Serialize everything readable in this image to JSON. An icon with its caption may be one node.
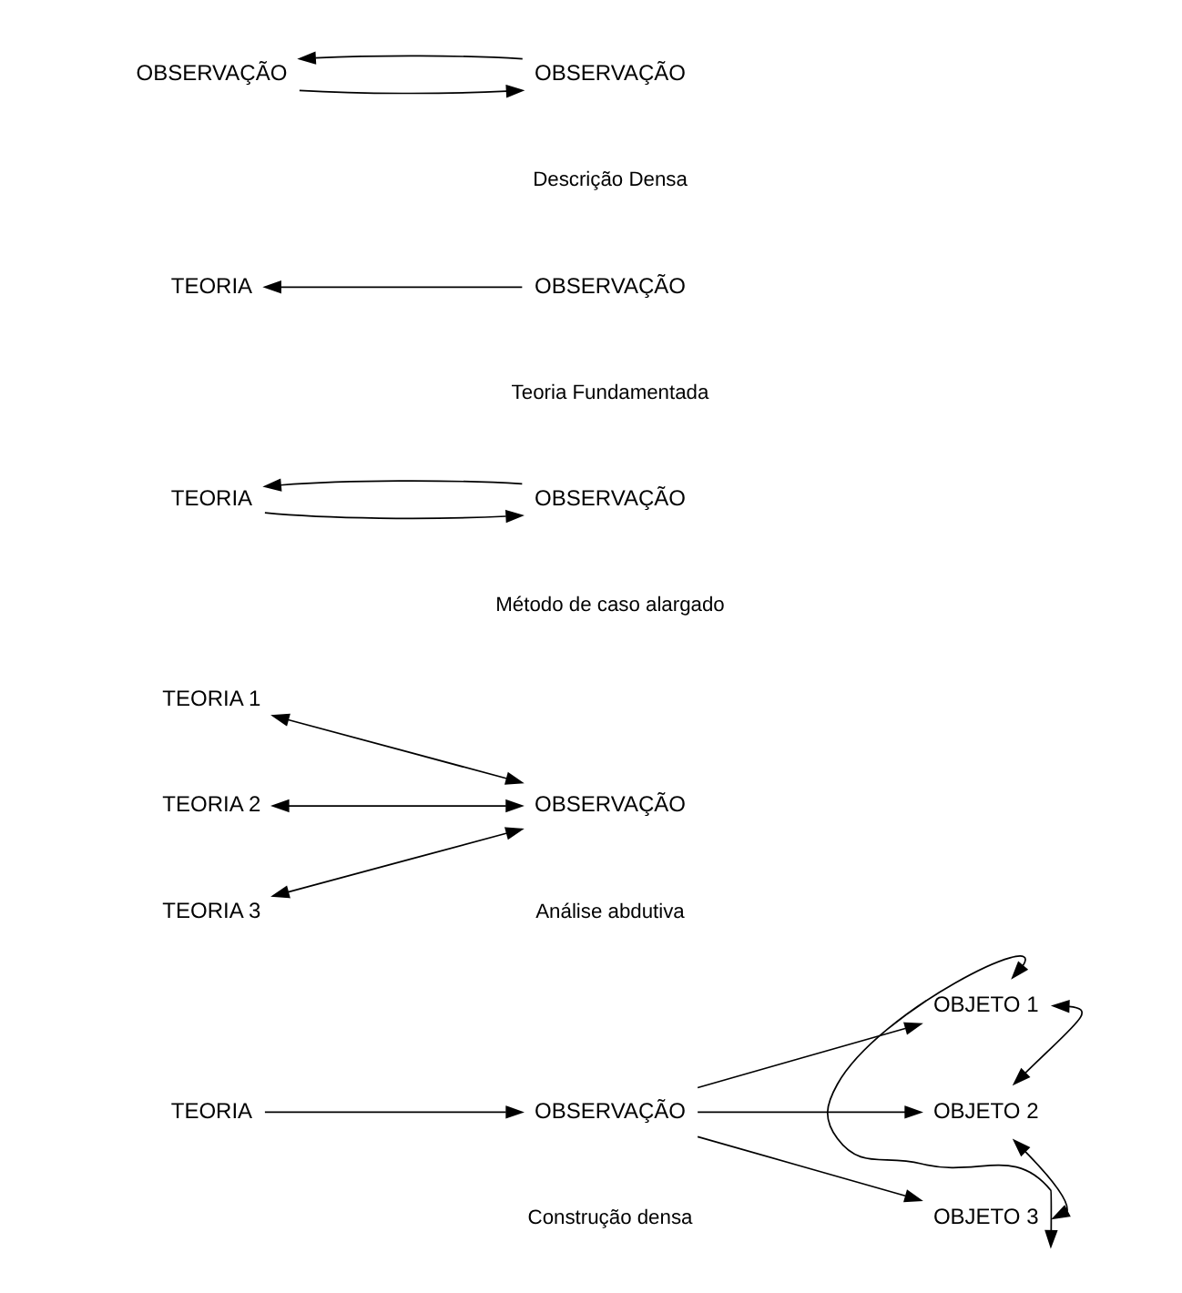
{
  "diagram": {
    "nodes": [
      {
        "text": [
          "OBSERVAÇÃO"
        ]
      },
      {
        "text": [
          "OBSERVAÇÃO"
        ]
      },
      {
        "text": [
          "TEORIA"
        ]
      },
      {
        "text": [
          "OBSERVAÇÃO"
        ]
      },
      {
        "text": [
          "TEORIA"
        ]
      },
      {
        "text": [
          "OBSERVAÇÃO"
        ]
      },
      {
        "text": [
          "TEORIA 1"
        ]
      },
      {
        "text": [
          "TEORIA 2"
        ]
      },
      {
        "text": [
          "TEORIA 3"
        ]
      },
      {
        "text": [
          "OBSERVAÇÃO"
        ]
      },
      {
        "text": [
          "TEORIA"
        ]
      },
      {
        "text": [
          "OBSERVAÇÃO"
        ]
      },
      {
        "text": [
          "OBJETO 1"
        ]
      },
      {
        "text": [
          "OBJETO 2"
        ]
      },
      {
        "text": [
          "OBJETO 3"
        ]
      }
    ],
    "edges": [
      {
        "from": 0,
        "to": 1,
        "arrow": "to"
      },
      {
        "from": 1,
        "to": 0,
        "arrow": "to"
      },
      {
        "from": 3,
        "to": 2,
        "arrow": "to"
      },
      {
        "from": 4,
        "to": 5,
        "arrow": "to"
      },
      {
        "from": 5,
        "to": 4,
        "arrow": "to"
      },
      {
        "from": 6,
        "to": 9,
        "arrow": "both"
      },
      {
        "from": 7,
        "to": 9,
        "arrow": "both"
      },
      {
        "from": 8,
        "to": 9,
        "arrow": "both"
      },
      {
        "from": 10,
        "to": 11,
        "arrow": "to"
      },
      {
        "from": 11,
        "to": 12,
        "arrow": "to"
      },
      {
        "from": 11,
        "to": 13,
        "arrow": "to"
      },
      {
        "from": 11,
        "to": 14,
        "arrow": "to"
      },
      {
        "from": 12,
        "to": 13,
        "arrow": "both"
      },
      {
        "from": 13,
        "to": 14,
        "arrow": "both"
      },
      {
        "from": 14,
        "to": 12,
        "arrow": "both"
      }
    ],
    "labels": [
      "Descrição Densa",
      "Teoria Fundamentada",
      "Método de caso alargado",
      "Análise abdutiva",
      "Construção densa"
    ]
  }
}
